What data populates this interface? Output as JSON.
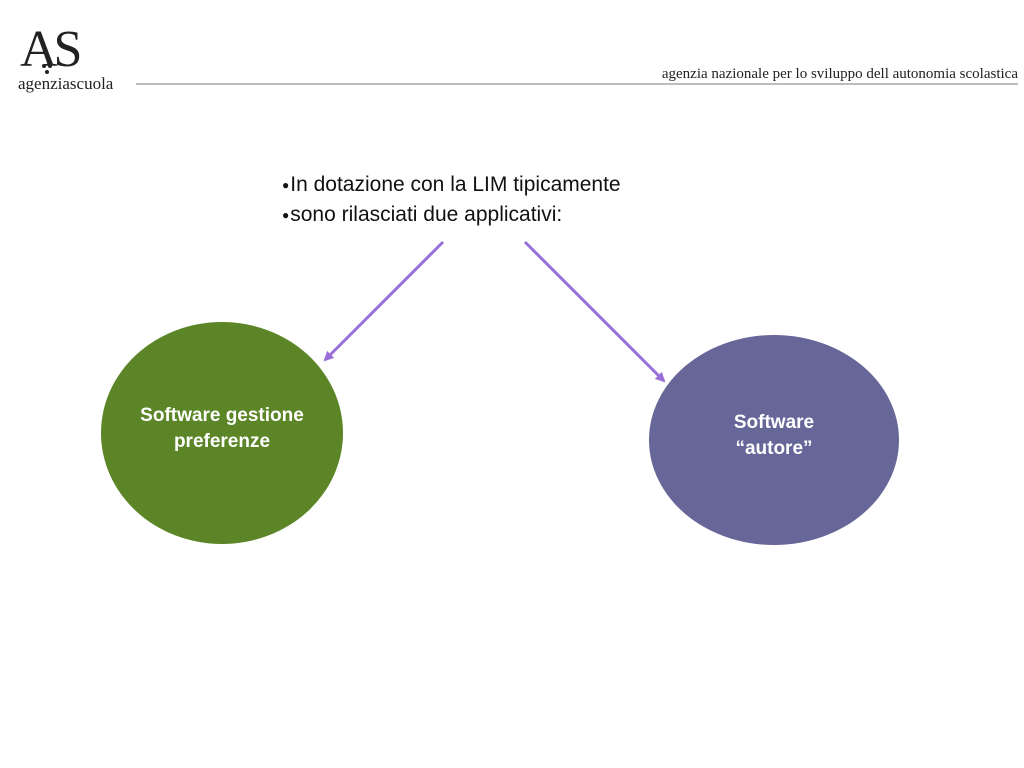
{
  "header": {
    "logo_mark": "AS",
    "logo_word": "agenziascuola",
    "tagline": "agenzia nazionale per lo sviluppo dell autonomia scolastica"
  },
  "bullets": [
    "In dotazione con la LIM  tipicamente",
    "sono rilasciati due applicativi:"
  ],
  "nodes": {
    "left": {
      "label": "Software gestione\npreferenze",
      "color": "#5b8526"
    },
    "right": {
      "label": "Software\n“autore”",
      "color": "#676699"
    }
  },
  "arrow_color": "#9b6fd9"
}
